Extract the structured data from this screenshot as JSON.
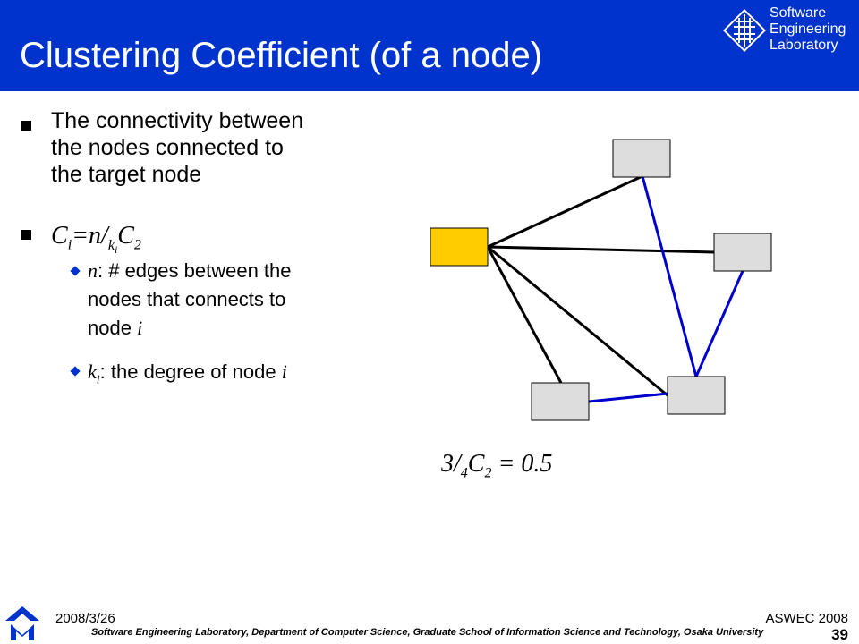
{
  "header": {
    "title": "Clustering Coefficient (of a node)",
    "logo": {
      "line1": "Software",
      "line2": "Engineering",
      "line3": "Laboratory"
    },
    "color": "#0033cc"
  },
  "bullets": {
    "b1_line1": "The connectivity between",
    "b1_line2": "the nodes connected to",
    "b1_line3": "the target node",
    "formula": {
      "c": "C",
      "i": "i",
      "eq": "=n/",
      "k": "k",
      "ki": "i",
      "C": "C",
      "two": "2"
    },
    "sub1": {
      "var": "n",
      "line1": ": # edges between the",
      "line2": "nodes that connects to",
      "line3": "node ",
      "i": "i"
    },
    "sub2": {
      "var": "k",
      "sub": "i",
      "text": ": the degree of node ",
      "i": "i"
    }
  },
  "diagram": {
    "target_color": "#ffcc00",
    "node_color": "#dddddd",
    "edge_black": "#000000",
    "edge_blue": "#0000cc",
    "result": {
      "pre": "3/",
      "sub": "4",
      "C": "C",
      "csub": "2",
      "post": " = 0.5"
    }
  },
  "footer": {
    "date": "2008/3/26",
    "conference": "ASWEC 2008",
    "lab": "Software Engineering Laboratory, Department of Computer Science, Graduate School of Information Science and Technology, Osaka University",
    "page": "39"
  }
}
